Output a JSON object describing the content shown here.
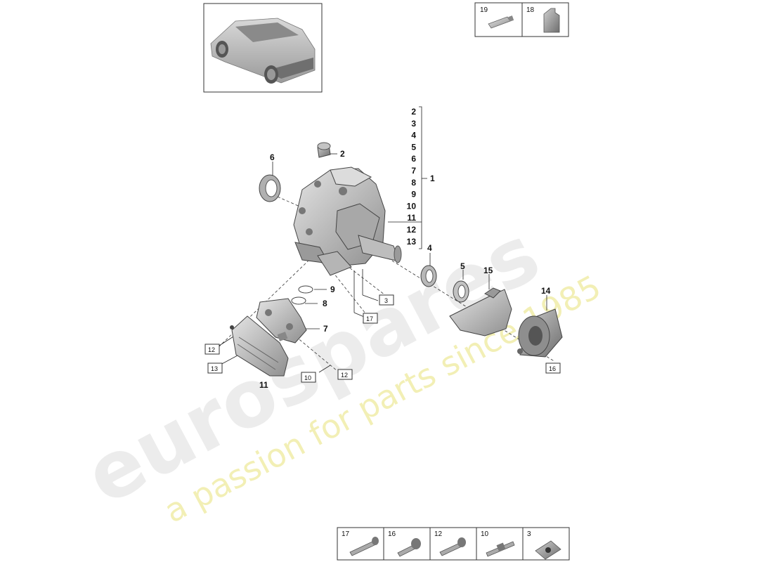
{
  "watermark": {
    "brand": "eurospares",
    "tagline": "a passion for parts since 1985"
  },
  "thumbnail": {
    "icon": "car-icon"
  },
  "kit_table": {
    "cells": [
      {
        "number": "19",
        "icon": "grease-tube-icon"
      },
      {
        "number": "18",
        "icon": "oil-bottle-icon"
      }
    ]
  },
  "fastener_table": {
    "cells": [
      {
        "number": "17",
        "icon": "long-bolt-icon"
      },
      {
        "number": "16",
        "icon": "flange-bolt-icon"
      },
      {
        "number": "12",
        "icon": "screw-icon"
      },
      {
        "number": "10",
        "icon": "stud-bolt-icon"
      },
      {
        "number": "3",
        "icon": "plug-icon"
      }
    ]
  },
  "bracket_list": [
    "2",
    "3",
    "4",
    "5",
    "6",
    "7",
    "8",
    "9",
    "10",
    "11",
    "12",
    "13"
  ],
  "bracket_target": "1",
  "callouts": {
    "c2": "2",
    "c6": "6",
    "c4": "4",
    "c5": "5",
    "c15": "15",
    "c14": "14",
    "c9": "9",
    "c8": "8",
    "c7": "7",
    "c11": "11"
  },
  "box_callouts": {
    "b3": "3",
    "b17": "17",
    "b12a": "12",
    "b13": "13",
    "b10": "10",
    "b12b": "12",
    "b16": "16"
  },
  "colors": {
    "watermark_grey": "#d6d6d6",
    "watermark_yellow": "#e9e27a",
    "part_grey": "#b9b9b9"
  }
}
